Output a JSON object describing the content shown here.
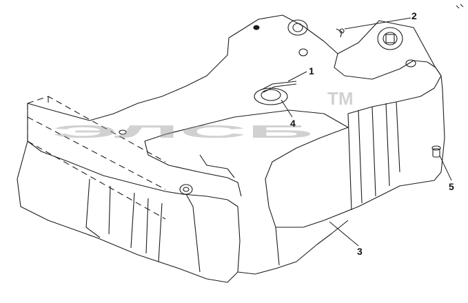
{
  "diagram": {
    "callouts": [
      {
        "id": "1",
        "label": "1"
      },
      {
        "id": "2",
        "label": "2"
      },
      {
        "id": "3",
        "label": "3"
      },
      {
        "id": "4",
        "label": "4"
      },
      {
        "id": "5",
        "label": "5"
      }
    ],
    "watermark": {
      "text": "ЭЛСБ",
      "trademark": "TM"
    },
    "colors": {
      "line": "#1a1a1a",
      "watermark": "#9a9a9a",
      "background": "#ffffff"
    }
  }
}
